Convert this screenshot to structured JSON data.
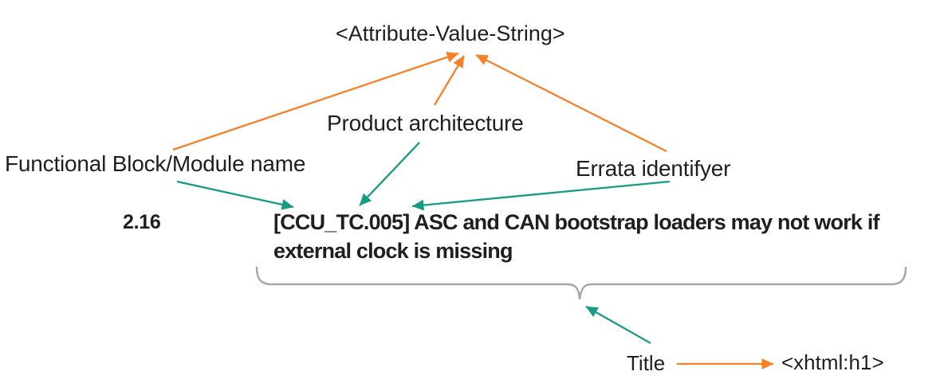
{
  "diagram": {
    "top_tag": "<Attribute-Value-String>",
    "labels": {
      "functional_block": "Functional Block/Module name",
      "product_architecture": "Product architecture",
      "errata_identifier": "Errata identifyer",
      "title": "Title",
      "xhtml_tag": "<xhtml:h1>"
    },
    "errata_heading": {
      "section_number": "2.16",
      "title_line1": "[CCU_TC.005] ASC and CAN bootstrap loaders may not work if",
      "title_line2": "external clock is missing"
    },
    "colors": {
      "orange": "#F77F26",
      "teal": "#169B84",
      "brace_gray": "#A6A6A6",
      "text": "#1F1F1F"
    }
  }
}
